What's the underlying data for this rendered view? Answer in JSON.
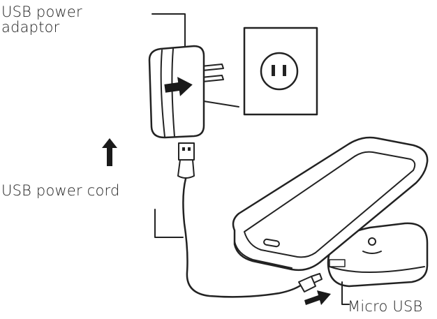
{
  "labels": {
    "usb_power_adaptor": [
      "USB power",
      "adaptor"
    ],
    "usb_power_cord": "USB power cord",
    "micro_usb": "Micro USB"
  },
  "colors": {
    "line": "#222222",
    "arrow": "#1a1a1a",
    "background": "#ffffff"
  },
  "icons": [
    "wall-outlet",
    "usb-power-adaptor",
    "usb-power-cord",
    "smartphone",
    "mobile-wifi-device",
    "insert-arrow-icon",
    "up-arrow-icon"
  ]
}
